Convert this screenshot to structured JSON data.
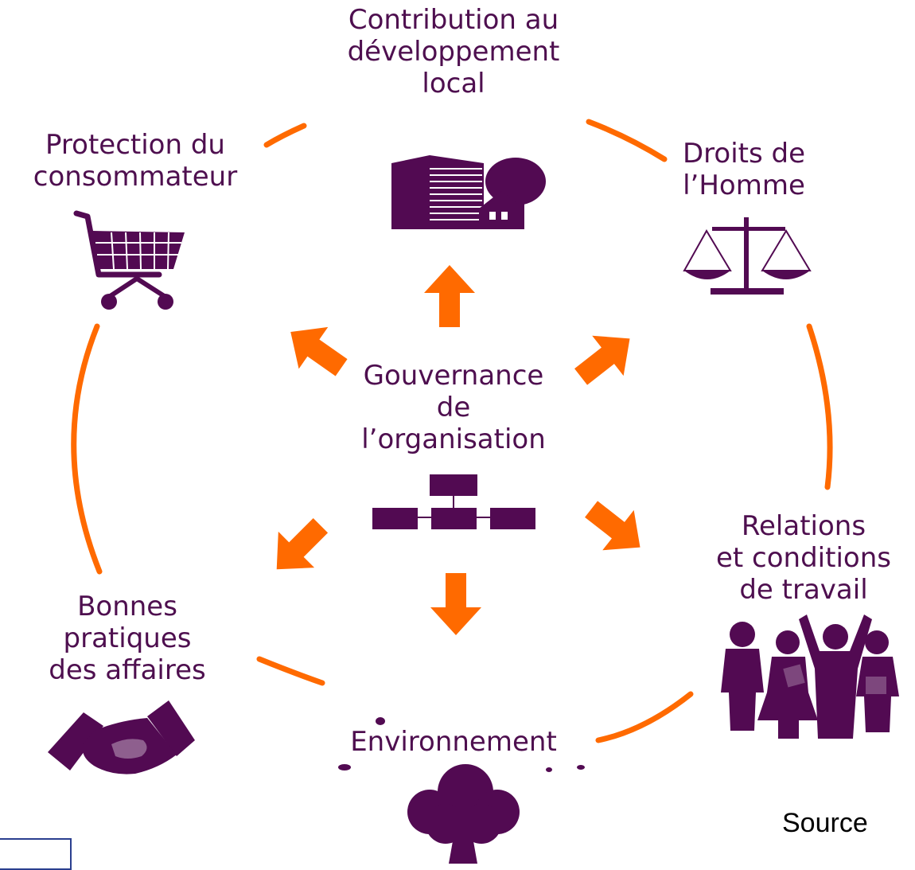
{
  "center": {
    "lines": [
      "Gouvernance",
      "de",
      "l’organisation"
    ],
    "icon": "org-chart-icon"
  },
  "nodes": [
    {
      "id": "contribution",
      "lines": [
        "Contribution au",
        "développement",
        "local"
      ],
      "icon": "building-house-tree-icon"
    },
    {
      "id": "droits",
      "lines": [
        "Droits de",
        "l’Homme"
      ],
      "icon": "scales-icon"
    },
    {
      "id": "relations",
      "lines": [
        "Relations",
        "et  conditions",
        "de travail"
      ],
      "icon": "workers-icon"
    },
    {
      "id": "environnement",
      "lines": [
        "Environnement"
      ],
      "icon": "tree-icon"
    },
    {
      "id": "bonnes",
      "lines": [
        "Bonnes",
        "pratiques",
        "des affaires"
      ],
      "icon": "handshake-icon"
    },
    {
      "id": "protection",
      "lines": [
        "Protection du",
        "consommateur"
      ],
      "icon": "shopping-cart-icon"
    }
  ],
  "source_label": "Source",
  "colors": {
    "text": "#4e0f4f",
    "icon": "#520a52",
    "accent": "#ff6a00"
  }
}
